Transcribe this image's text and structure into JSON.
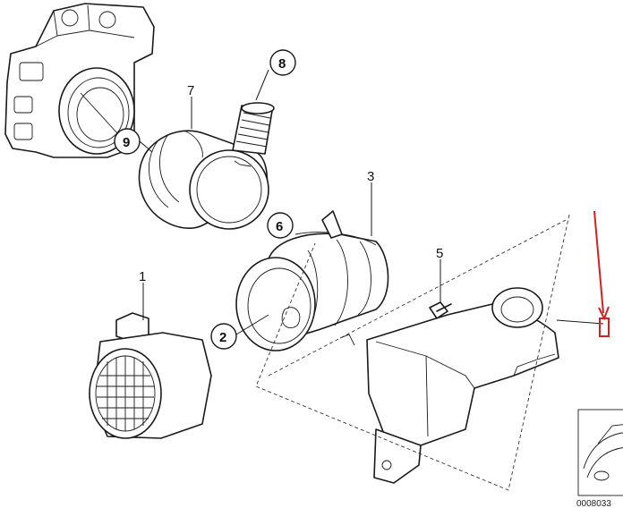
{
  "callouts": [
    {
      "number": "1",
      "circled": false
    },
    {
      "number": "2",
      "circled": true
    },
    {
      "number": "3",
      "circled": false
    },
    {
      "number": "5",
      "circled": false
    },
    {
      "number": "6",
      "circled": true
    },
    {
      "number": "7",
      "circled": false
    },
    {
      "number": "8",
      "circled": true
    },
    {
      "number": "9",
      "circled": true
    }
  ],
  "drawing_number": "0008033",
  "highlight": {
    "color": "#d42020"
  },
  "icons": [
    "throttle-body-icon",
    "intake-boot-icon",
    "vent-hose-icon",
    "air-duct-icon",
    "air-mass-meter-icon",
    "resonator-icon",
    "bolt-icon",
    "car-thumbnail-icon"
  ]
}
